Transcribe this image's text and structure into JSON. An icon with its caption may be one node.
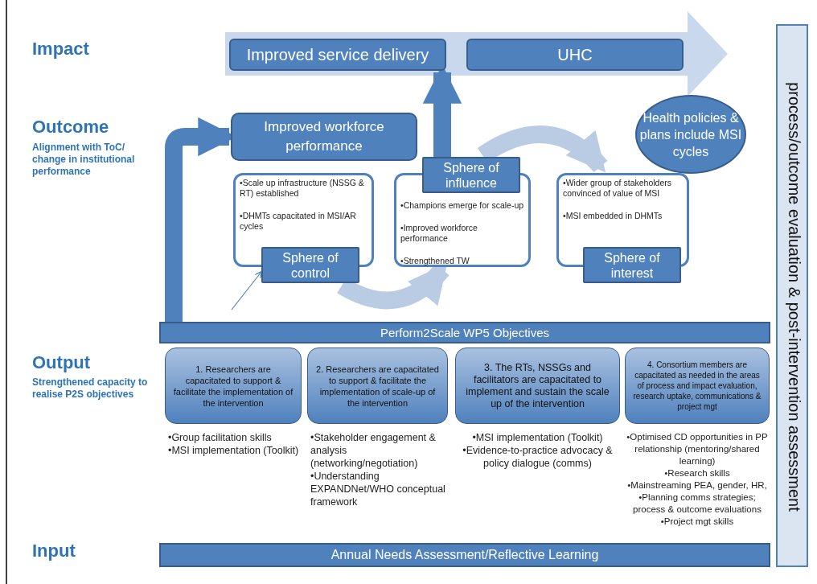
{
  "diagram": {
    "nodes": [
      {
        "text": [
          "Improved service delivery"
        ]
      },
      {
        "text": [
          "UHC"
        ]
      },
      {
        "text": [
          "Improved workforce performance"
        ]
      },
      {
        "text": [
          "Health policies & plans include MSI cycles"
        ]
      },
      {
        "text": [
          "•Scale up infrastructure (NSSG & RT) established",
          "•DHMTs capacitated in MSI/AR cycles",
          "Sphere of control"
        ]
      },
      {
        "text": [
          "Sphere of influence",
          "•Champions emerge for scale-up",
          "•Improved workforce performance",
          "•Strengthened TW"
        ]
      },
      {
        "text": [
          "•Wider group of stakeholders convinced of value of MSI",
          "•MSI embedded in DHMTs",
          "Sphere of interest"
        ]
      },
      {
        "text": [
          "Perform2Scale WP5 Objectives"
        ]
      },
      {
        "text": [
          "1. Researchers are capacitated to support & facilitate the implementation of the intervention"
        ],
        "beside": [
          "•Group facilitation skills",
          "•MSI implementation (Toolkit)"
        ]
      },
      {
        "text": [
          "2. Researchers are capacitated to support & facilitate the implementation of scale-up of the intervention"
        ],
        "beside": [
          "•Stakeholder engagement & analysis (networking/negotiation)",
          "•Understanding EXPANDNet/WHO conceptual framework"
        ]
      },
      {
        "text": [
          "3. The RTs, NSSGs and facilitators are capacitated to implement and sustain the scale up of the intervention"
        ],
        "beside": [
          "•MSI implementation (Toolkit)",
          "•Evidence-to-practice advocacy & policy dialogue (comms)"
        ]
      },
      {
        "text": [
          "4. Consortium members are capacitated as needed in the areas of process and impact evaluation, research uptake, communications & project mgt"
        ],
        "beside": [
          "•Optimised CD opportunities in PP relationship (mentoring/shared learning)",
          "•Research skills",
          "•Mainstreaming PEA, gender, HR,",
          "•Planning comms strategies; process & outcome evaluations",
          "•Project mgt skills"
        ]
      },
      {
        "text": [
          "Annual Needs Assessment/Reflective Learning"
        ]
      },
      {
        "text": [
          "process/outcome evaluation & post-intervention assessment"
        ]
      }
    ],
    "edges": [
      {
        "from": 5,
        "to": 0,
        "arrow": "to"
      },
      {
        "from": 7,
        "to": 2,
        "arrow": "to"
      },
      {
        "from": null,
        "to": 4,
        "arrow": "to"
      },
      {
        "from": 4,
        "to": 5,
        "arrow": "to",
        "color": "#b9cce4"
      },
      {
        "from": 5,
        "to": 6,
        "arrow": "to",
        "color": "#b9cce4"
      }
    ],
    "labels": [
      "Impact",
      "Outcome",
      "Alignment with ToC/ change in institutional performance",
      "Output",
      "Strengthened capacity to realise P2S objectives",
      "Input"
    ]
  }
}
